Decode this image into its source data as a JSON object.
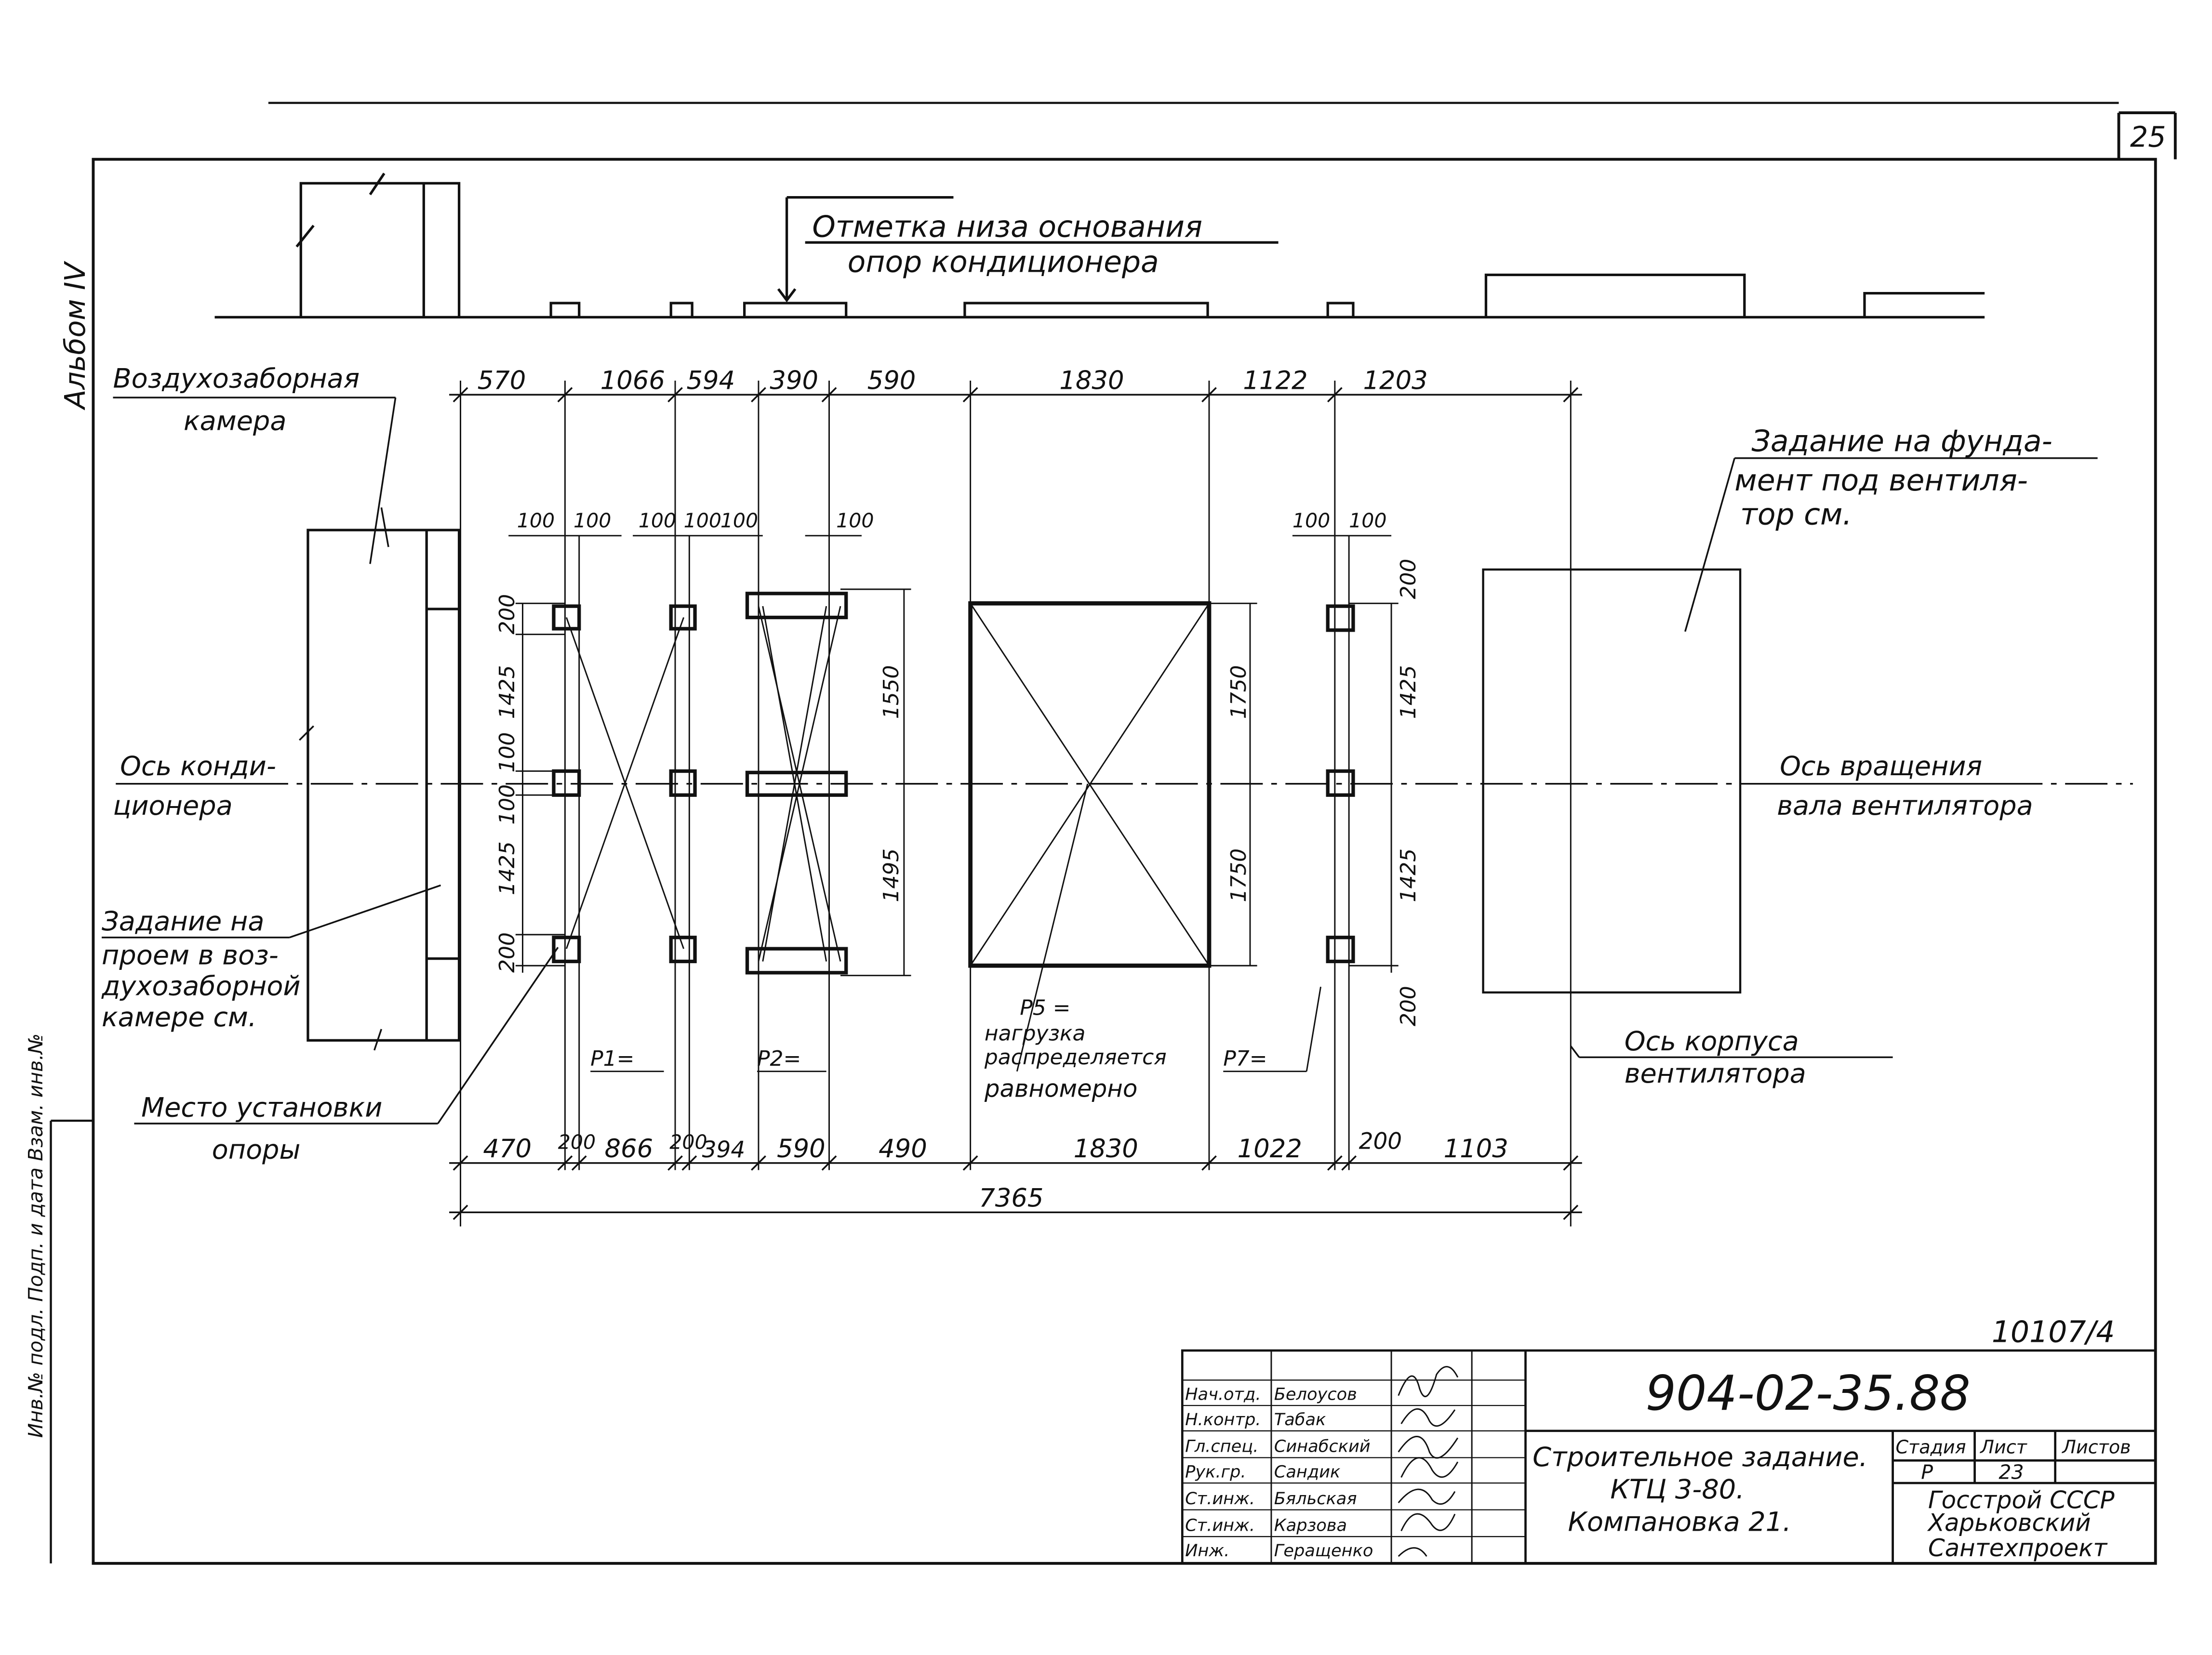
{
  "sheet": {
    "page_number": "25",
    "album": "Альбом IV",
    "inventory_label": "Инв.№ подл.  Подп. и дата  Взам. инв.№",
    "copy_number": "10107/4"
  },
  "labels": {
    "elevation_line1": "Отметка низа основания",
    "elevation_line2": "опор кондиционера",
    "air_intake_line1": "Воздухозаборная",
    "air_intake_line2": "камера",
    "foundation_line1": "Задание на фунда-",
    "foundation_line2": "мент под вентиля-",
    "foundation_line3": "тор см.",
    "conditioner_axis_line1": "Ось конди-",
    "conditioner_axis_line2": "ционера",
    "rotation_axis_line1": "Ось вращения",
    "rotation_axis_line2": "вала вентилятора",
    "opening_line1": "Задание на",
    "opening_line2": "проем в воз-",
    "opening_line3": "духозаборной",
    "opening_line4": "камере см.",
    "support_line1": "Место установки",
    "support_line2": "опоры",
    "fan_housing_line1": "Ось корпуса",
    "fan_housing_line2": "вентилятора",
    "p1": "P1=",
    "p2": "P2=",
    "p5_line1": "P5 =",
    "p5_line2": "нагрузка",
    "p5_line3": "распределяется",
    "p5_line4": "равномерно",
    "p7": "P7="
  },
  "dimensions": {
    "top": [
      "570",
      "1066",
      "594",
      "390",
      "590",
      "1830",
      "1122",
      "1203"
    ],
    "bottom": [
      "470",
      "200",
      "866",
      "200",
      "394",
      "590",
      "490",
      "1830",
      "1022",
      "200",
      "1103"
    ],
    "overall": "7365",
    "small_100": "100",
    "small_200": "200",
    "vertical_left": [
      "200",
      "1425",
      "100",
      "100",
      "1425",
      "200"
    ],
    "filter_1550": "1550",
    "filter_1495": "1495",
    "center_1750": "1750",
    "right_1425": "1425"
  },
  "title_block": {
    "code": "904-02-35.88",
    "title_line1": "Строительное задание.",
    "title_line2": "КТЦ 3-80.",
    "title_line3": "Компановка 21.",
    "stage_header": "Стадия",
    "sheet_header": "Лист",
    "sheets_header": "Листов",
    "stage": "Р",
    "sheet": "23",
    "org_line1": "Госстрой СССР",
    "org_line2": "Харьковский",
    "org_line3": "Сантехпроект",
    "staff": [
      {
        "role": "Нач.отд.",
        "name": "Белоусов"
      },
      {
        "role": "Н.контр.",
        "name": "Табак"
      },
      {
        "role": "Гл.спец.",
        "name": "Синабский"
      },
      {
        "role": "Рук.гр.",
        "name": "Сандик"
      },
      {
        "role": "Ст.инж.",
        "name": "Бяльская"
      },
      {
        "role": "Ст.инж.",
        "name": "Карзова"
      },
      {
        "role": "Инж.",
        "name": "Геращенко"
      }
    ]
  }
}
